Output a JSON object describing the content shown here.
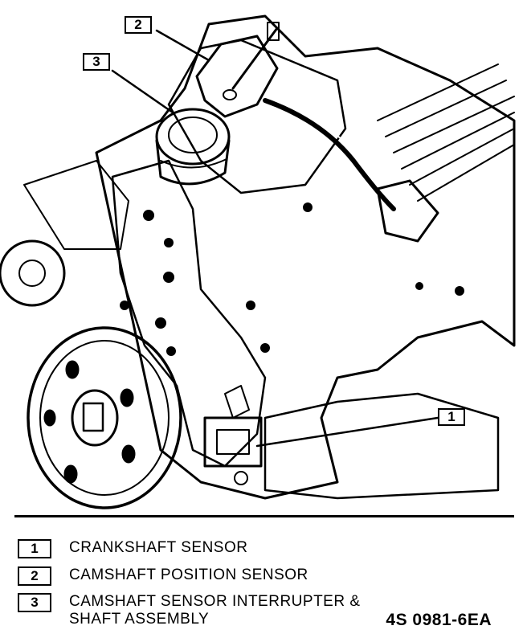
{
  "diagram": {
    "callouts": [
      "1",
      "2",
      "3"
    ]
  },
  "legend": [
    {
      "num": "1",
      "text": "CRANKSHAFT SENSOR"
    },
    {
      "num": "2",
      "text": "CAMSHAFT POSITION SENSOR"
    },
    {
      "num": "3",
      "text": "CAMSHAFT SENSOR INTERRUPTER &\nSHAFT ASSEMBLY"
    }
  ],
  "figure_code": "4S 0981-6EA"
}
